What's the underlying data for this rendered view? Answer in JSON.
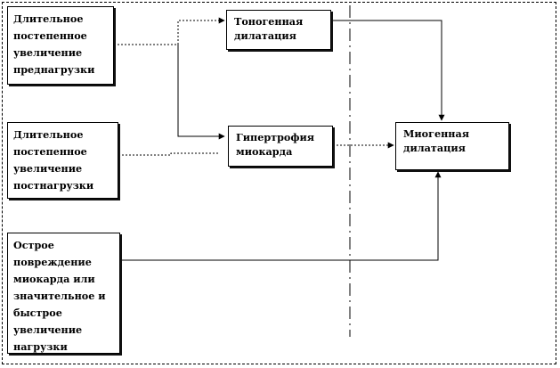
{
  "diagram": {
    "nodes": {
      "chronic_preload": "Длительное\nпостепенное\nувеличение\nпреднагрузки",
      "chronic_afterload": "Длительное\nпостепенное\nувеличение\nпостнагрузки",
      "acute_damage": "Острое\nповреждение\nмиокарда или\nзначительное и\nбыстрое\nувеличение\nнагрузки",
      "tonogenic_dilation": "Тоногенная\nдилатация",
      "myocardial_hypertrophy": "Гипертрофия\nмиокарда",
      "myogenic_dilation": "Миогенная\nдилатация"
    }
  }
}
